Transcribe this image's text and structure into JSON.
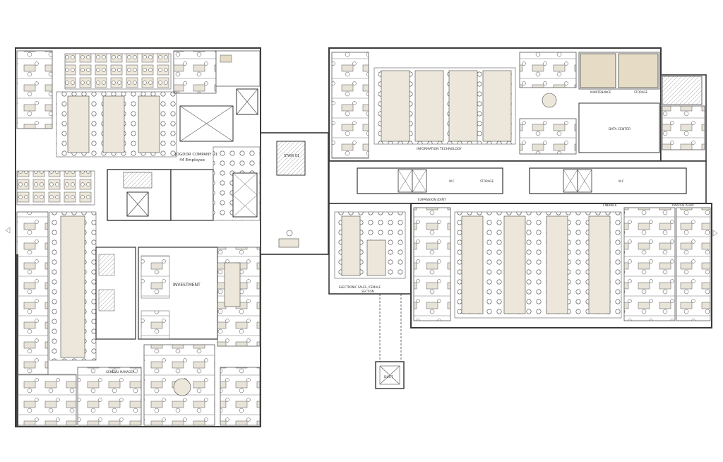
{
  "labels": {
    "company": "JOGDOR COMPANY 01",
    "employees": "44 Employee",
    "investment": "INVESTMENT",
    "stair": "STAIR 01",
    "it": "INFORMATION TECHNOLOGY",
    "maintenance": "MAINTENANCE",
    "storage": "STORAGE",
    "storage2": "STORAGE",
    "datacenter": "DATA CENTER",
    "expansion": "EXPANSION JOINT",
    "finance": "FINANCE",
    "internal_audit": "Internal Audit",
    "electronic": "ELECTRONIC SALES / FEMALE",
    "section": "SECTION",
    "wc1": "W.C",
    "wc2": "W.C",
    "general_manager": "GENERAL MANAGER",
    "duct": "DUCT"
  },
  "colors": {
    "wall": "#3a3a3a",
    "desk": "#e8e3d8",
    "partition": "#1a1a1a",
    "fill": "#d8d2c2"
  }
}
